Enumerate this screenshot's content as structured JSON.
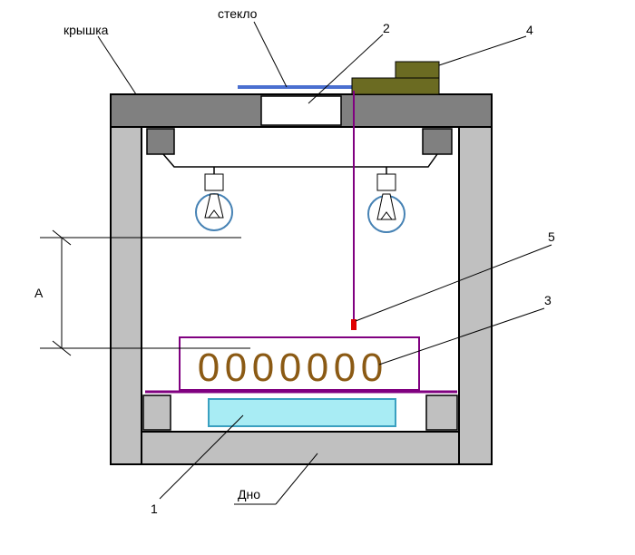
{
  "labels": {
    "lid": "крышка",
    "glass": "стекло",
    "bottom": "Дно",
    "dimension_a": "А",
    "n1": "1",
    "n2": "2",
    "n3": "3",
    "n4": "4",
    "n5": "5"
  },
  "eggs": [
    "0",
    "0",
    "0",
    "0",
    "0",
    "0",
    "0"
  ],
  "colors": {
    "wall_gray": "#c0c0c0",
    "lid_dark": "#808080",
    "outline": "#000000",
    "glass_blue": "#4a6fd0",
    "device_olive": "#6b6b22",
    "purple": "#800080",
    "egg_brown": "#8b5a14",
    "water_cyan": "#a8ecf4",
    "water_border": "#3aa0c0",
    "lamp_blue": "#4682b4",
    "indicator_red": "#e00000"
  }
}
